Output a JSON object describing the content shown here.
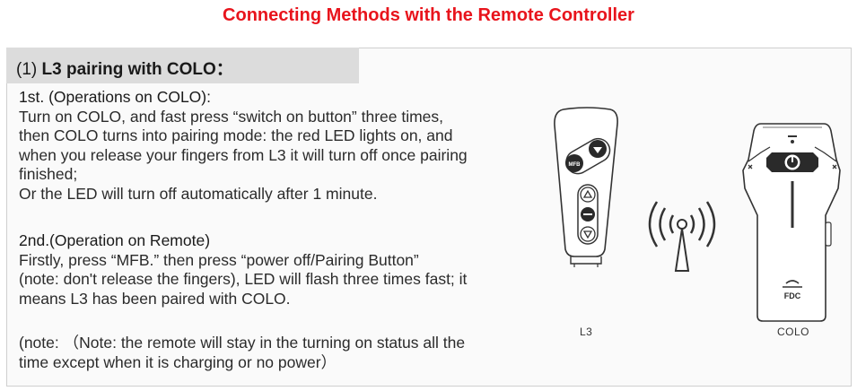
{
  "page": {
    "title": "Connecting Methods with the Remote Controller"
  },
  "section": {
    "prefix": "(1)",
    "heading": "L3 pairing with COLO："
  },
  "step1": {
    "heading": "1st.  (Operations on COLO):",
    "lines": [
      "Turn on COLO, and fast press  “switch on button”  three times,",
      "then COLO turns into pairing mode: the red LED lights on, and",
      "when you release your fingers from L3 it will turn off once pairing",
      "finished;",
      "Or the LED will turn off automatically after 1 minute."
    ]
  },
  "step2": {
    "heading": "2nd.(Operation on Remote)",
    "lines": [
      "Firstly, press  “MFB.”  then press  “power off/Pairing Button”",
      "(note:  don't release the fingers), LED will flash three times fast; it",
      "means L3 has been paired with COLO."
    ]
  },
  "note": {
    "label": "(note:",
    "lines": [
      "（Note: the remote will stay in the turning on status all the",
      "time except when it is charging or no power）"
    ]
  },
  "figure": {
    "remote_caption": "L3",
    "device_caption": "COLO",
    "remote_mfb_text": "MFB",
    "device_brand_text": "FDC"
  },
  "icons": {
    "remote": "remote-control-icon",
    "signal": "wireless-signal-icon",
    "device": "colo-device-icon"
  },
  "colors": {
    "title": "#e8141c",
    "band": "#dcdcdc"
  }
}
